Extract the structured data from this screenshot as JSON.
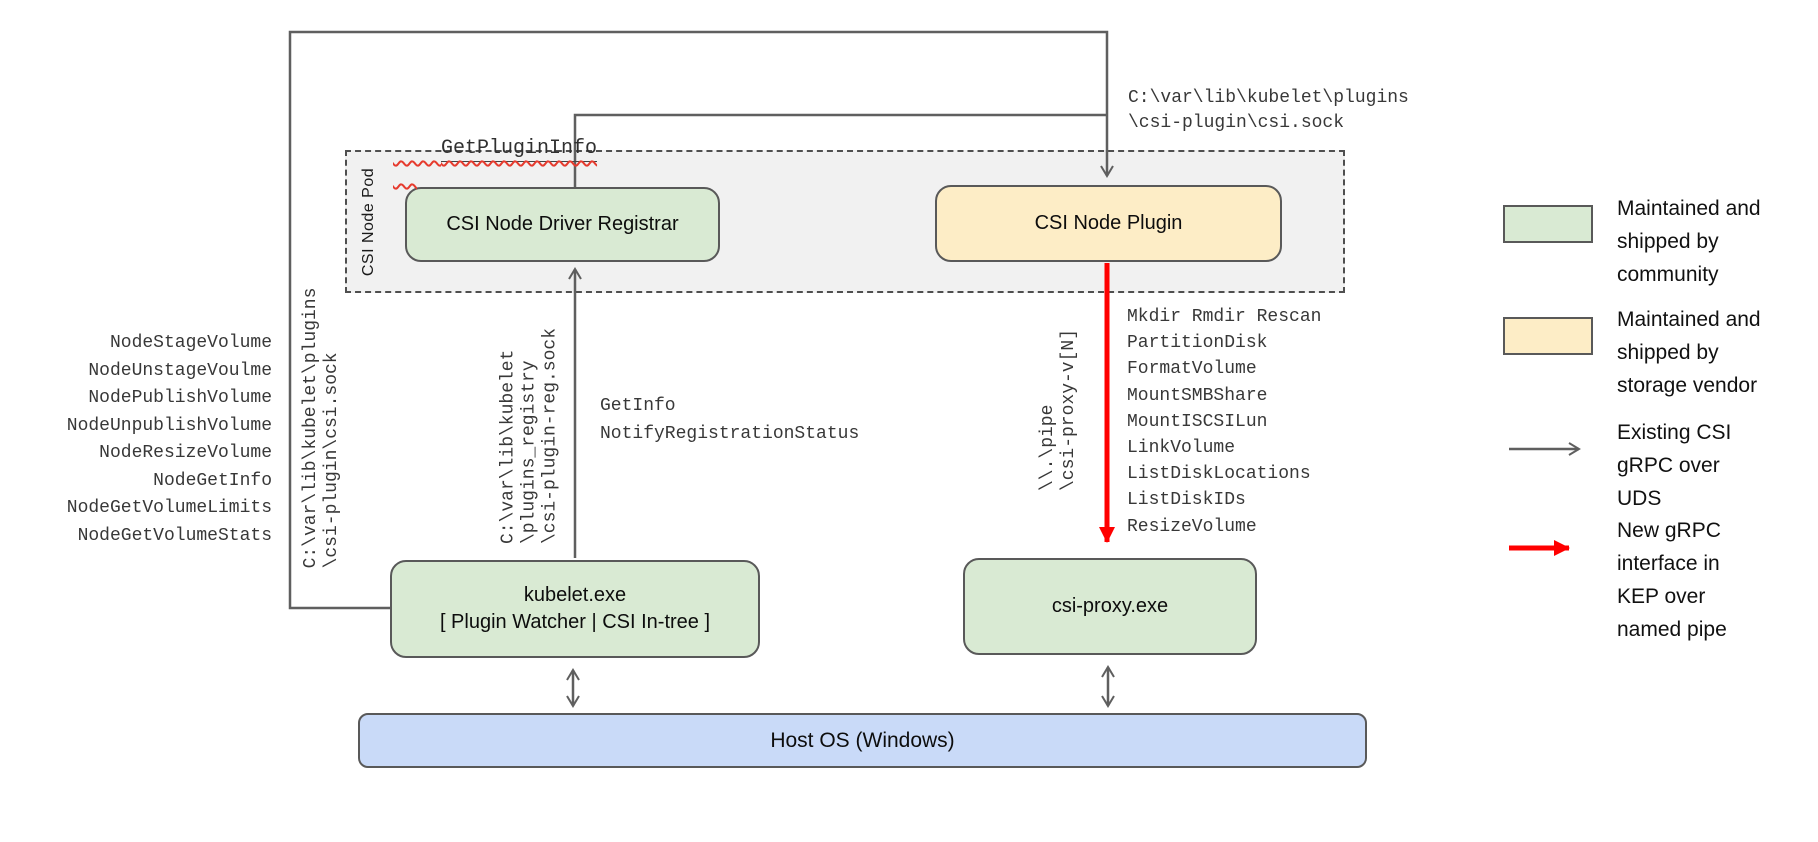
{
  "diagram": {
    "title_implicit": "CSI on Windows architecture",
    "pod": {
      "label": "CSI Node Pod"
    },
    "nodes": {
      "registrar": {
        "label": "CSI Node Driver Registrar"
      },
      "plugin": {
        "label": "CSI Node Plugin"
      },
      "kubelet": {
        "label": "kubelet.exe\n[ Plugin Watcher | CSI In-tree ]"
      },
      "csi_proxy": {
        "label": "csi-proxy.exe"
      },
      "host_os": {
        "label": "Host OS (Windows)"
      }
    },
    "annotations": {
      "get_plugin_info": "GetPluginInfo",
      "csi_sock_path_top": "C:\\var\\lib\\kubelet\\plugins\n\\csi-plugin\\csi.sock",
      "csi_sock_path_left": "C:\\var\\lib\\kubelet\\plugins\n\\csi-plugin\\csi.sock",
      "reg_sock_path": "C:\\var\\lib\\kubelet\n\\plugins_registry\n\\csi-plugin-reg.sock",
      "registration_calls": "GetInfo\nNotifyRegistrationStatus",
      "named_pipe": "\\\\.\\pipe\n\\csi-proxy-v[N]",
      "node_rpc_list": [
        "NodeStageVolume",
        "NodeUnstageVoulme",
        "NodePublishVolume",
        "NodeUnpublishVolume",
        "NodeResizeVolume",
        "NodeGetInfo",
        "NodeGetVolumeLimits",
        "NodeGetVolumeStats"
      ],
      "proxy_rpc_list": [
        "Mkdir Rmdir Rescan",
        "PartitionDisk",
        "FormatVolume",
        "MountSMBShare",
        "MountISCSILun",
        "LinkVolume",
        "ListDiskLocations",
        "ListDiskIDs",
        "ResizeVolume"
      ]
    },
    "legend": {
      "community": {
        "swatch_color": "#d9ead3",
        "label": "Maintained and\nshipped by\ncommunity"
      },
      "storage_vendor": {
        "swatch_color": "#fdedc6",
        "label": "Maintained and\nshipped by\nstorage vendor"
      },
      "existing_grpc": {
        "arrow_color": "#5f5f5f",
        "label": "Existing CSI\ngRPC over\nUDS"
      },
      "new_grpc": {
        "arrow_color": "#ff0000",
        "label": "New gRPC\ninterface in\nKEP over\nnamed pipe"
      }
    },
    "colors": {
      "community_green": "#d9ead3",
      "vendor_yellow": "#fdedc6",
      "host_blue": "#c9daf8",
      "pod_gray": "#f1f1f1",
      "wire_gray": "#5f5f5f",
      "new_interface_red": "#ff0000"
    }
  }
}
